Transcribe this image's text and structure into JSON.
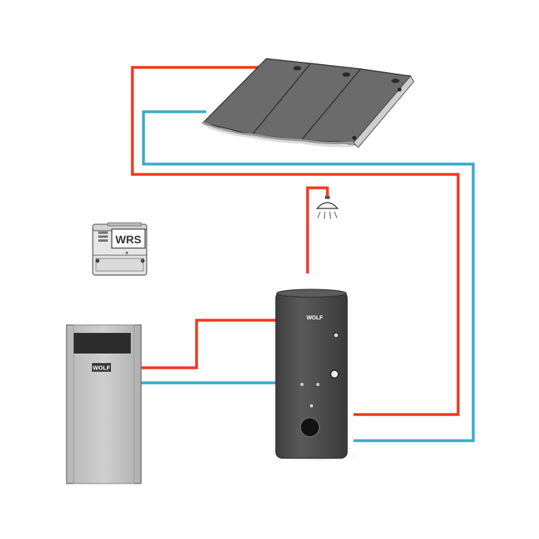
{
  "colors": {
    "supply_pipe": "#f0391e",
    "return_pipe": "#3aaac6",
    "background": "#ffffff",
    "panel": "#6a6a6a",
    "tank": "#4e4e4e",
    "boiler_body": "#c4c4c4",
    "boiler_display": "#2a2a2a"
  },
  "controller": {
    "label": "WRS"
  },
  "boiler": {
    "brand": "WOLF"
  },
  "tank": {
    "brand": "WOLF"
  },
  "icons": [
    "shower-icon",
    "solar-collector-icon",
    "controller-icon",
    "boiler-icon",
    "storage-tank-icon"
  ]
}
